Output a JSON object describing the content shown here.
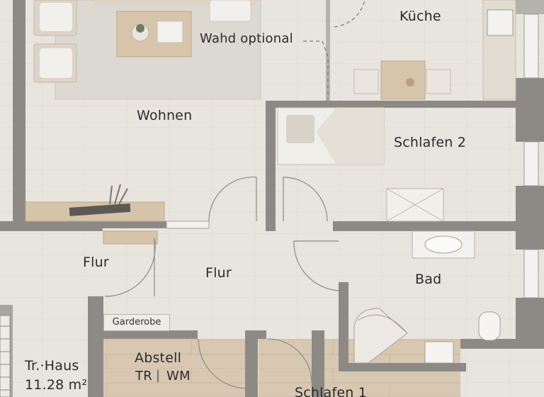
{
  "rooms": {
    "kueche": "Küche",
    "wohnen": "Wohnen",
    "schlafen2": "Schlafen 2",
    "flur_left": "Flur",
    "flur_center": "Flur",
    "bad": "Bad",
    "abstell": "Abstell",
    "abstell_sub_tr": "TR",
    "abstell_sub_wm": "WM",
    "tr_haus": "Tr.·Haus",
    "tr_haus_area": "11.28 m²",
    "schlafen1": "Schlafen 1"
  },
  "annotations": {
    "wand_optional": "Wahd optional",
    "garderobe": "Garderobe"
  },
  "colors": {
    "wall": "#8d8a86",
    "floor": "#e9e5df",
    "wood": "#d9c9b3",
    "rug": "#dedbd6",
    "furniture": "#f3f1ed"
  }
}
